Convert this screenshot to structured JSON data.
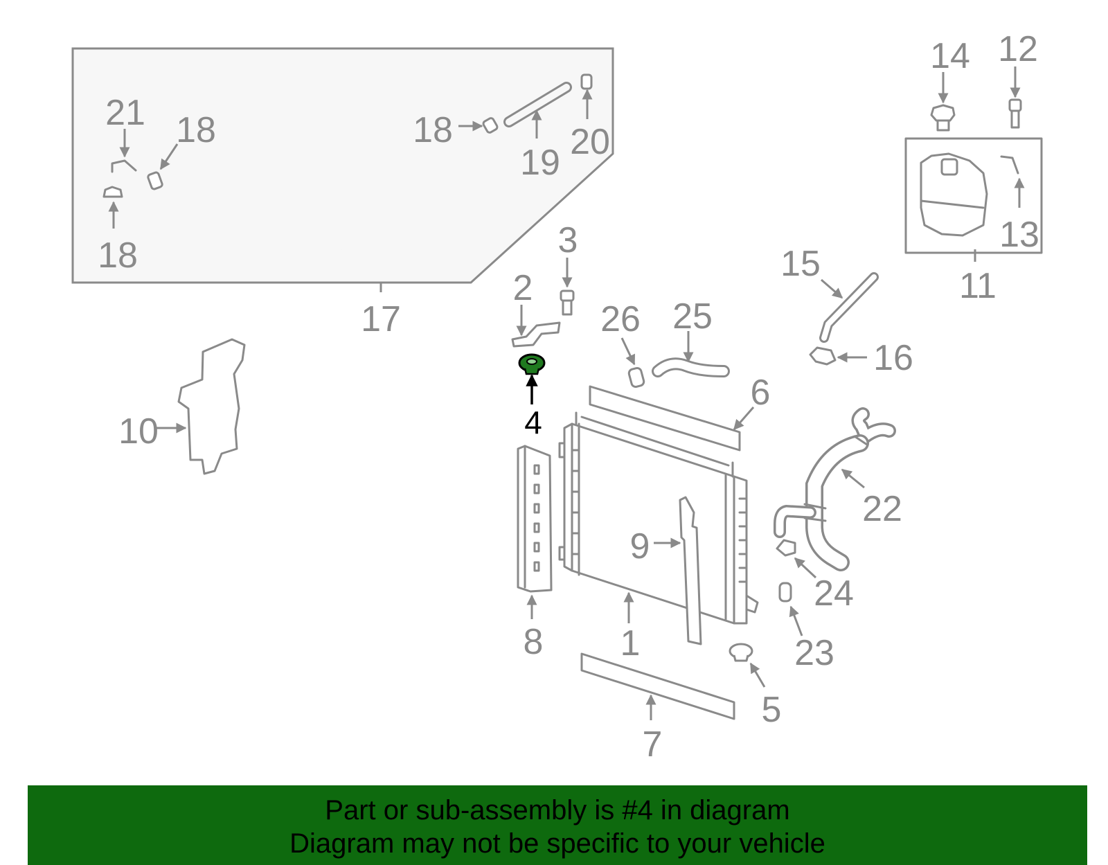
{
  "callouts": {
    "c1": "1",
    "c2": "2",
    "c3": "3",
    "c4": "4",
    "c5": "5",
    "c6": "6",
    "c7": "7",
    "c8": "8",
    "c9": "9",
    "c10": "10",
    "c11": "11",
    "c12": "12",
    "c13": "13",
    "c14": "14",
    "c15": "15",
    "c16": "16",
    "c17": "17",
    "c18a": "18",
    "c18b": "18",
    "c18c": "18",
    "c19": "19",
    "c20": "20",
    "c21": "21",
    "c22": "22",
    "c23": "23",
    "c24": "24",
    "c25": "25",
    "c26": "26"
  },
  "highlighted_part": "4",
  "colors": {
    "banner": "#0e6a0e",
    "parts": "#8a8a8a",
    "highlight_part": "#1f7a1f"
  },
  "banner": {
    "line1": "Part or sub-assembly is #4 in diagram",
    "line2": "Diagram may not be specific to your vehicle"
  }
}
